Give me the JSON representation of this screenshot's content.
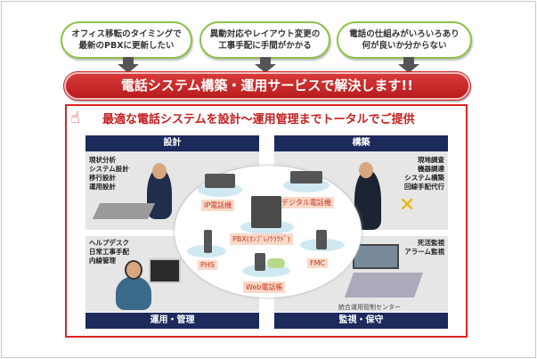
{
  "issues": [
    {
      "line1": "オフィス移転のタイミングで",
      "line2": "最新のPBXに更新したい"
    },
    {
      "line1": "異動対応やレイアウト変更の",
      "line2": "工事手配に手間がかかる"
    },
    {
      "line1": "電話の仕組みがいろいろあり",
      "line2": "何が良いか分からない"
    }
  ],
  "banner": "電話システム構築・運用サービスで解決します!!",
  "headline": "最適な電話システムを設計～運用管理までトータルでご提供",
  "quadrants": {
    "design": {
      "title": "設計",
      "items": [
        "現状分析",
        "システム設計",
        "移行設計",
        "運用設計"
      ]
    },
    "build": {
      "title": "構築",
      "items": [
        "現地調査",
        "機器調達",
        "システム構築",
        "回線手配代行"
      ]
    },
    "operate": {
      "title": "運用・管理",
      "items": [
        "ヘルプデスク",
        "日常工事手配",
        "内線管理"
      ]
    },
    "monitor": {
      "title": "監視・保守",
      "items": [
        "死活監視",
        "アラーム監視"
      ],
      "caption": "統合運用管制センター"
    }
  },
  "devices": {
    "ip_phone": "IP電話機",
    "digital_phone": "デジタル電話機",
    "pbx": "PBX(ｵﾝﾌﾟﾚ/ｸﾗｳﾄﾞ)",
    "phs": "PHS",
    "fmc": "FMC",
    "web_directory": "Web電話帳"
  },
  "colors": {
    "accent": "#d22222",
    "navy": "#1d2a5c",
    "bubble_border": "#8dc04a"
  }
}
